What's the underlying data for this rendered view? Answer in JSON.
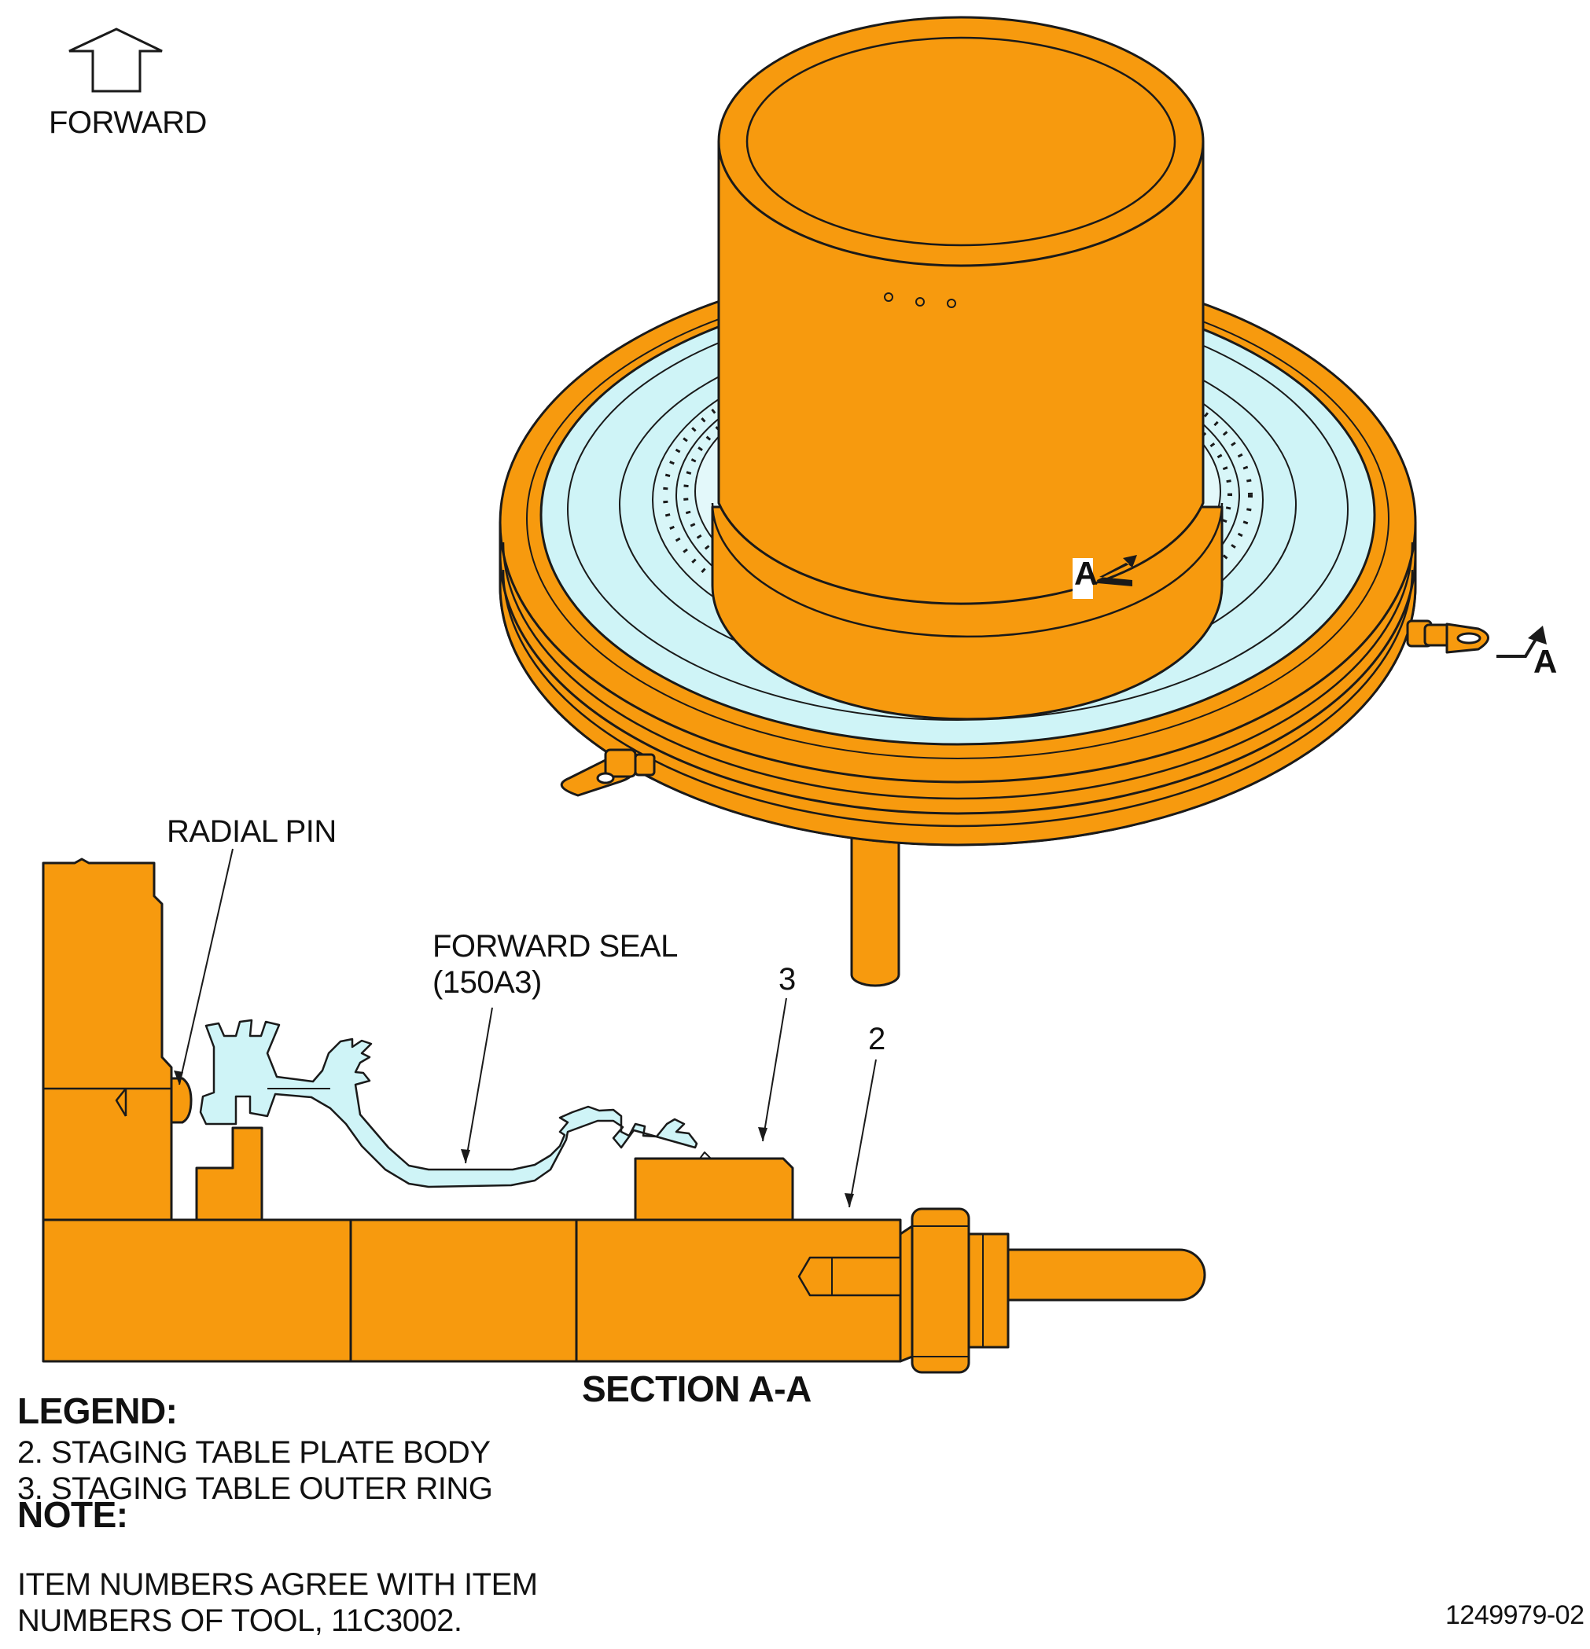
{
  "orientation": {
    "label": "FORWARD",
    "arrow_icon": "up-arrow-icon"
  },
  "colors": {
    "tool_orange": "#F79A0E",
    "seal_blue": "#CFF4F7",
    "line": "#1A1A1A"
  },
  "isometric_view": {
    "section_marker_top": "A",
    "section_marker_right": "A"
  },
  "callouts": {
    "radial_pin": "RADIAL PIN",
    "forward_seal_line1": "FORWARD SEAL",
    "forward_seal_line2": "(150A3)",
    "item_3": "3",
    "item_2": "2"
  },
  "section_title": "SECTION A-A",
  "legend": {
    "heading": "LEGEND:",
    "items": [
      "2. STAGING TABLE PLATE BODY",
      "3. STAGING TABLE OUTER RING"
    ]
  },
  "note": {
    "heading": "NOTE:",
    "line1": "ITEM NUMBERS AGREE WITH ITEM",
    "line2": "NUMBERS OF TOOL, 11C3002."
  },
  "drawing_number": "1249979-02"
}
